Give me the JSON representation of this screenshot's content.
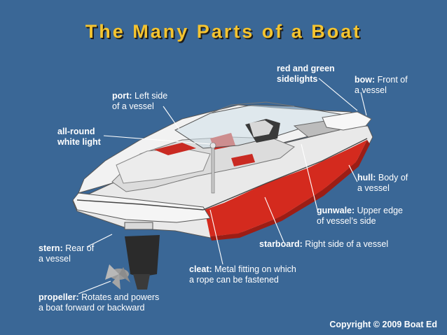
{
  "title": "The Many Parts of a Boat",
  "labels": {
    "port": {
      "term": "port:",
      "line1": " Left side",
      "line2": "of a vessel"
    },
    "sidelights": {
      "line1": "red and green",
      "line2": "sidelights"
    },
    "bow": {
      "term": "bow:",
      "line1": " Front of",
      "line2": "a vessel"
    },
    "allround": {
      "line1": "all-round",
      "line2": "white light"
    },
    "hull": {
      "term": "hull:",
      "line1": " Body of",
      "line2": "a vessel"
    },
    "gunwale": {
      "term": "gunwale:",
      "line1": " Upper edge",
      "line2": "of vessel’s side"
    },
    "starboard": {
      "term": "starboard:",
      "line1": " Right side of a vessel"
    },
    "stern": {
      "term": "stern:",
      "line1": " Rear of",
      "line2": "a vessel"
    },
    "cleat": {
      "term": "cleat:",
      "line1": " Metal fitting on which",
      "line2": "a rope can be fastened"
    },
    "propeller": {
      "term": "propeller:",
      "line1": " Rotates and powers",
      "line2": "a boat forward or backward"
    }
  },
  "copyright": "Copyright © 2009 Boat Ed",
  "colors": {
    "background": "#3a6796",
    "title": "#f4c430",
    "hull_stripe": "#d42a1e",
    "hull_body": "#f2f2f2",
    "leader_line": "#ffffff"
  }
}
